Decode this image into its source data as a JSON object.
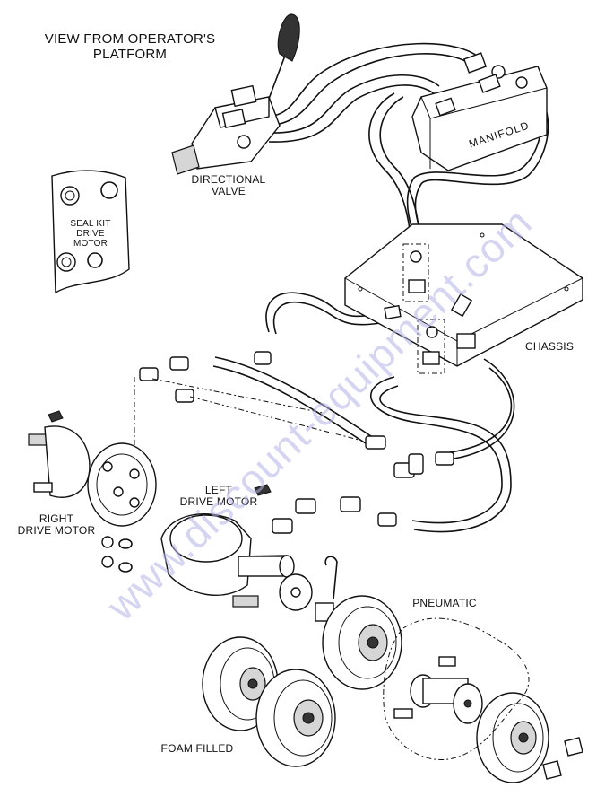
{
  "labels": {
    "view": "VIEW FROM OPERATOR'S\nPLATFORM",
    "directional_valve": "DIRECTIONAL\nVALVE",
    "manifold": "MANIFOLD",
    "seal_kit": "SEAL KIT\nDRIVE\nMOTOR",
    "chassis": "CHASSIS",
    "left_drive_motor": "LEFT\nDRIVE MOTOR",
    "right_drive_motor": "RIGHT\nDRIVE MOTOR",
    "pneumatic": "PNEUMATIC",
    "foam_filled": "FOAM FILLED"
  },
  "watermark": "www.discount-equipment.com"
}
